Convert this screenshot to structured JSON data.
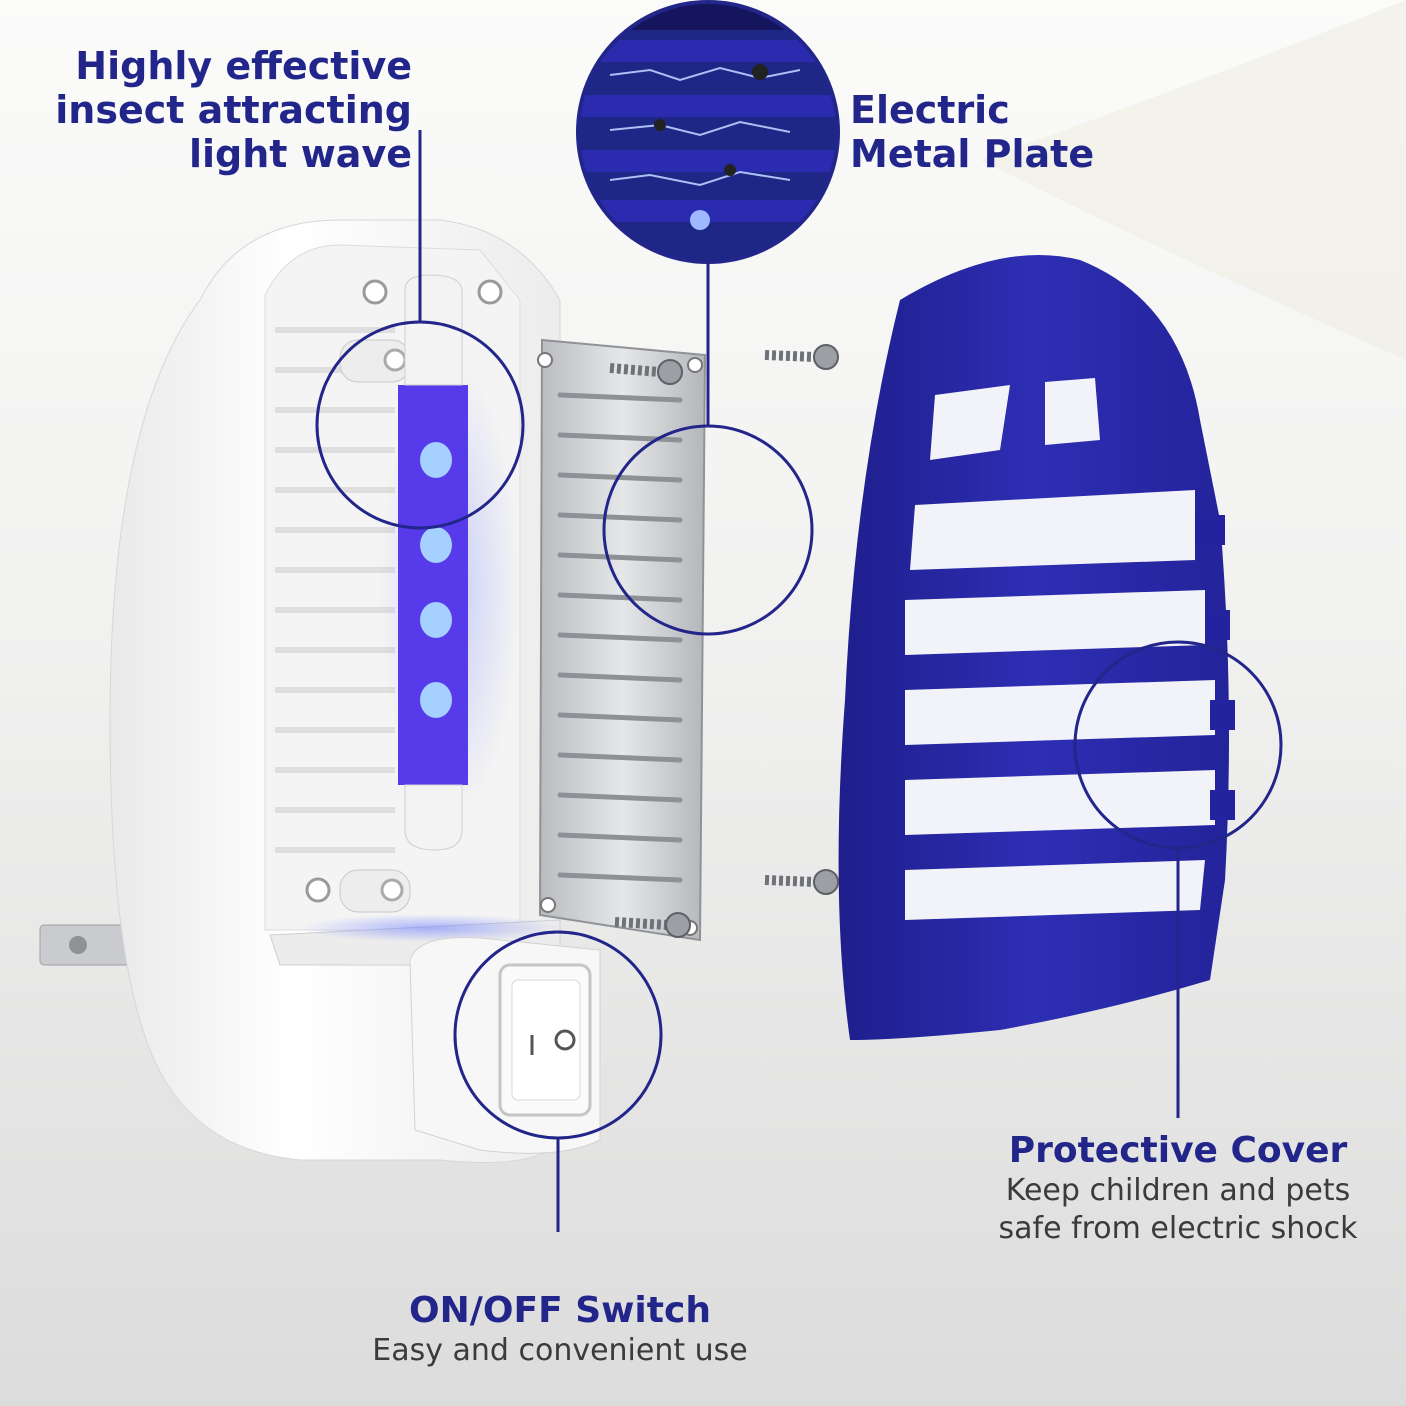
{
  "callouts": {
    "light_wave": {
      "lines": [
        "Highly effective",
        "insect attracting",
        "light wave"
      ]
    },
    "metal_plate": {
      "lines": [
        "Electric",
        "Metal Plate"
      ]
    },
    "protective_cover": {
      "title": "Protective Cover",
      "desc_lines": [
        "Keep children and pets",
        "safe from electric shock"
      ]
    },
    "switch": {
      "title": "ON/OFF Switch",
      "desc": "Easy and convenient use"
    }
  },
  "colors": {
    "accent_blue": "#22268a",
    "cover_blue": "#2a2aa6",
    "led_violet": "#5b3cf0",
    "body_white": "#f7f7f7"
  },
  "icons": [
    "screw-icon",
    "power-switch-icon"
  ]
}
